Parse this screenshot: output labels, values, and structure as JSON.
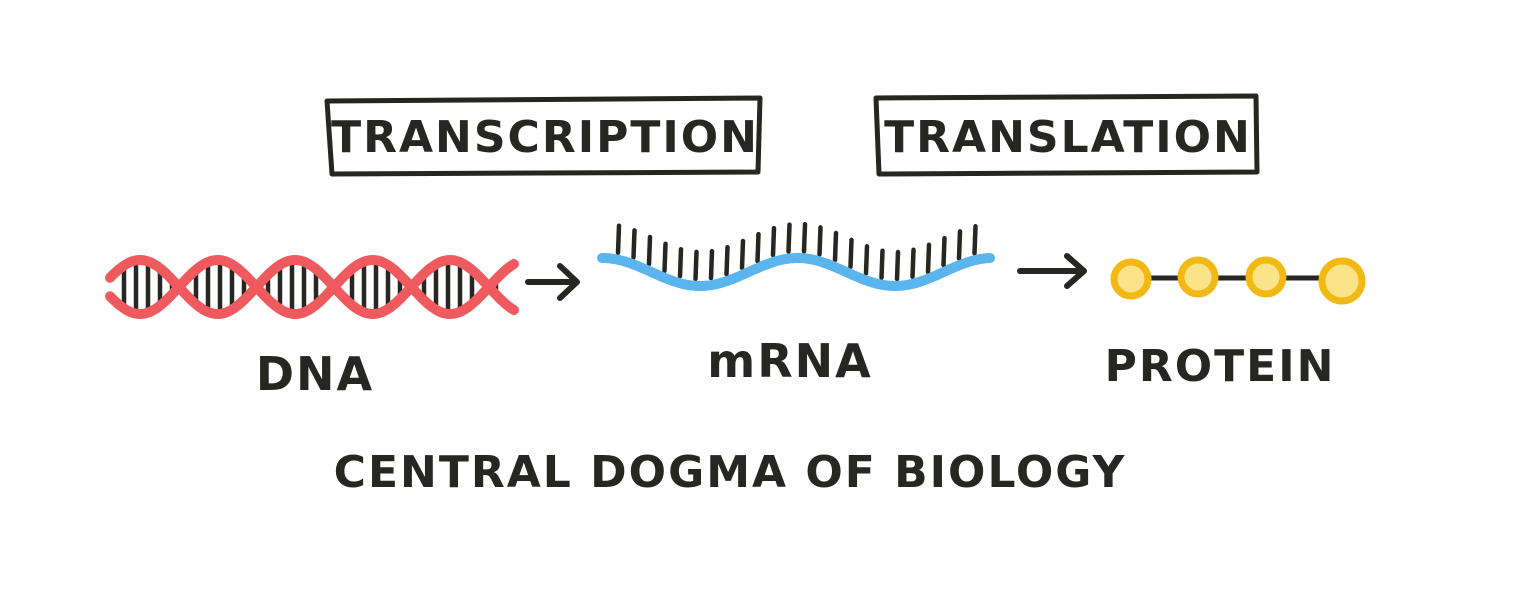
{
  "process_labels": {
    "transcription": "TRANSCRIPTION",
    "translation": "TRANSLATION"
  },
  "molecule_labels": {
    "dna": "DNA",
    "mrna": "mRNA",
    "protein": "PROTEIN"
  },
  "caption": "CENTRAL DOGMA OF BIOLOGY",
  "colors": {
    "ink": "#262622",
    "dna_strand": "#ef5a5e",
    "mrna_strand": "#5ab4ee",
    "amino_acid_fill": "#fbe38a",
    "amino_acid_ring": "#f2b915",
    "background": "#ffffff"
  },
  "icons": {
    "dna": "double-helix-icon",
    "mrna": "single-strand-icon",
    "protein": "amino-acid-chain-icon",
    "arrows": "right-arrow-icon"
  }
}
